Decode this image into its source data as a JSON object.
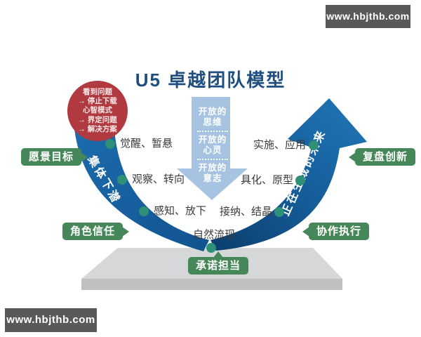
{
  "title": "U5 卓越团队模型",
  "watermarks": {
    "top_right": "www.hbjthb.com",
    "bottom_left": "www.hbjthb.com"
  },
  "problem_circle": {
    "lines": [
      "看到问题",
      "→ 停止下载",
      "心智模式",
      "→ 界定问题",
      "→ 解决方案"
    ]
  },
  "center_arrow": {
    "levels": [
      {
        "line1": "开放的",
        "line2": "思维"
      },
      {
        "line1": "开放的",
        "line2": "心灵"
      },
      {
        "line1": "开放的",
        "line2": "意志"
      }
    ]
  },
  "left_curve": {
    "band_label": "集体下潜",
    "steps": [
      "觉醒、暂悬",
      "观察、转向",
      "感知、放下"
    ]
  },
  "right_curve": {
    "band_label": "正在生成的未来",
    "steps": [
      "实施、应用",
      "具化、原型",
      "接纳、结晶"
    ]
  },
  "bottom_step": "自然流现",
  "tags": {
    "vision_goal": "愿景目标",
    "role_trust": "角色信任",
    "review_innovation": "复盘创新",
    "collaborative_execution": "协作执行",
    "commitment": "承诺担当"
  },
  "colors": {
    "curve_blue": "#1766a8",
    "curve_navy": "#0c3e6d",
    "center_arrow_blue": "#a6c4e2",
    "tag_green": "#468759",
    "dot_teal": "#2e9077",
    "circle_red": "#b13940",
    "title_navy": "#1e4f80",
    "platform_top": "#d5d7d9",
    "platform_front": "#bec0c2",
    "watermark_bg": "#59595a",
    "background": "#ffffff"
  }
}
